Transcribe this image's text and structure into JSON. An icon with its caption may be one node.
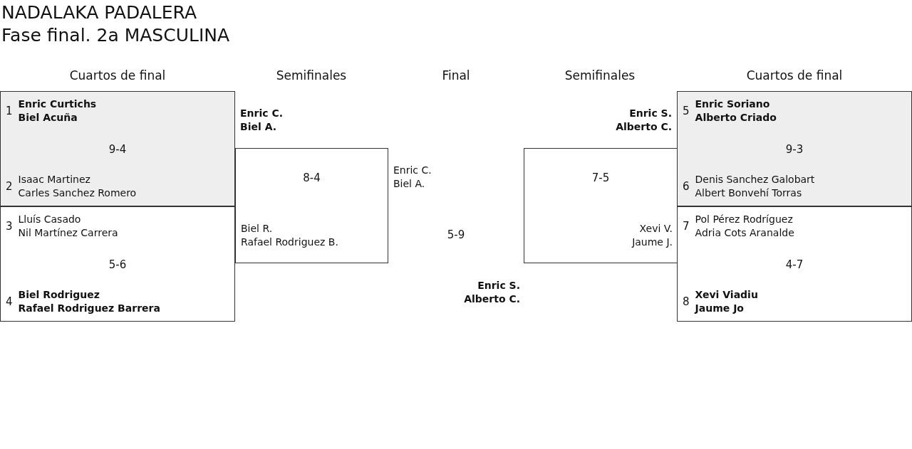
{
  "diagram": {
    "title": "NADALAKA PADALERA",
    "nodes": [
      {
        "text": [
          "9-4"
        ]
      },
      {
        "text": [
          "1",
          "Enric Curtichs",
          "Biel Acuña"
        ],
        "in": 0
      },
      {
        "text": [
          "2",
          "Isaac Martinez",
          "Carles Sanchez Romero"
        ],
        "in": 0
      },
      {
        "text": [
          "5-6"
        ]
      },
      {
        "text": [
          "3",
          "Lluís Casado",
          "Nil Martínez Carrera"
        ],
        "in": 3
      },
      {
        "text": [
          "4",
          "Biel Rodriguez",
          "Rafael Rodriguez Barrera"
        ],
        "in": 3
      },
      {
        "text": [
          "Enric C.",
          "Biel A."
        ]
      },
      {
        "text": [
          "8-4"
        ]
      },
      {
        "text": [
          "Biel R.",
          "Rafael Rodriguez B."
        ],
        "in": 7
      },
      {
        "text": [
          "Enric C.",
          "Biel A."
        ]
      },
      {
        "text": [
          "Enric S.",
          "Alberto C."
        ]
      },
      {
        "text": [
          "Enric S.",
          "Alberto C."
        ]
      },
      {
        "text": [
          "7-5"
        ]
      },
      {
        "text": [
          "Xevi V.",
          "Jaume J."
        ],
        "in": 12
      },
      {
        "text": [
          "9-3"
        ]
      },
      {
        "text": [
          "5",
          "Enric Soriano",
          "Alberto Criado"
        ],
        "in": 14
      },
      {
        "text": [
          "6",
          "Denis Sanchez Galobart",
          "Albert Bonvehí Torras"
        ],
        "in": 14
      },
      {
        "text": [
          "4-7"
        ]
      },
      {
        "text": [
          "7",
          "Pol Pérez Rodríguez",
          "Adria Cots Aranalde"
        ],
        "in": 17
      },
      {
        "text": [
          "8",
          "Xevi Viadiu",
          "Jaume Jo"
        ],
        "in": 17
      }
    ],
    "labels": [
      "Fase final. 2a MASCULINA",
      "Cuartos de final",
      "Semifinales",
      "Final",
      "Semifinales",
      "Cuartos de final",
      "5-9"
    ]
  }
}
